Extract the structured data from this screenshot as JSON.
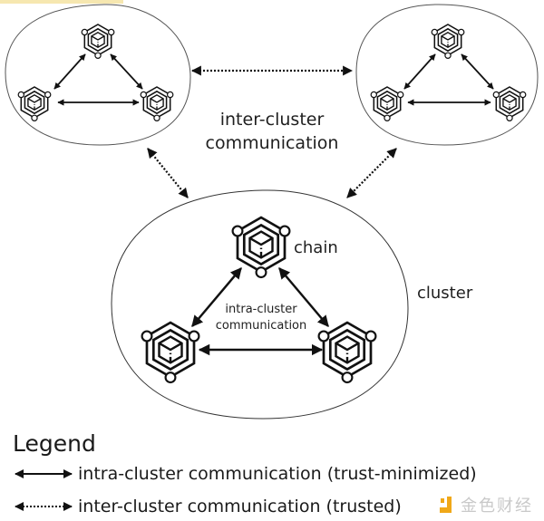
{
  "diagram": {
    "clusters": [
      {
        "id": "cluster-top-left",
        "chains": 3
      },
      {
        "id": "cluster-top-right",
        "chains": 3
      },
      {
        "id": "cluster-bottom",
        "chains": 3
      }
    ],
    "labels": {
      "inter_cluster_line1": "inter-cluster",
      "inter_cluster_line2": "communication",
      "intra_cluster_line1": "intra-cluster",
      "intra_cluster_line2": "communication",
      "chain": "chain",
      "cluster": "cluster"
    },
    "connections": [
      {
        "from": "cluster-top-left",
        "to": "cluster-top-right",
        "type": "inter-cluster"
      },
      {
        "from": "cluster-top-left",
        "to": "cluster-bottom",
        "type": "inter-cluster"
      },
      {
        "from": "cluster-top-right",
        "to": "cluster-bottom",
        "type": "inter-cluster"
      }
    ]
  },
  "legend": {
    "title": "Legend",
    "items": [
      {
        "line": "solid",
        "label": "intra-cluster communication (trust-minimized)"
      },
      {
        "line": "dotted",
        "label": "inter-cluster communication (trusted)"
      }
    ]
  },
  "watermark": {
    "text": "金色财经",
    "logo_color": "#f0a818"
  }
}
